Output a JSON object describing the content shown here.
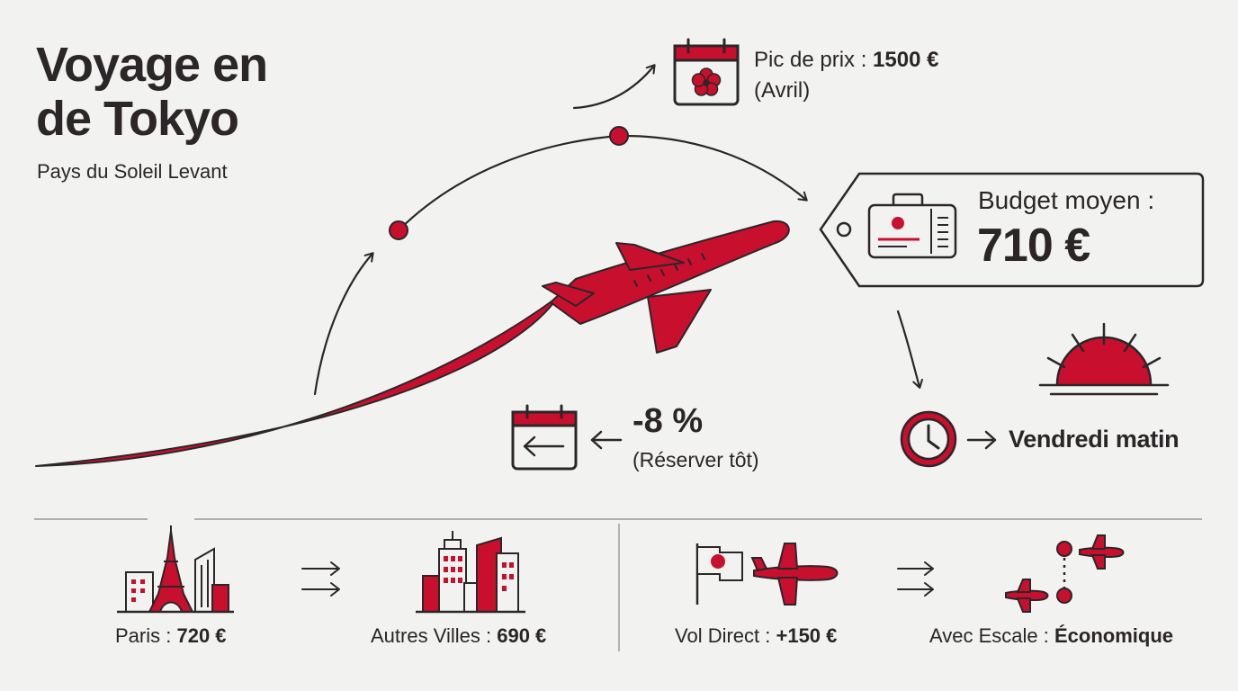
{
  "header": {
    "title_line1": "Voyage en",
    "title_line2": "de Tokyo",
    "subtitle": "Pays du Soleil Levant"
  },
  "price_peak": {
    "label": "Pic de prix : ",
    "value": "1500 €",
    "note": "(Avril)"
  },
  "budget": {
    "label": "Budget moyen :",
    "value": "710 €"
  },
  "early_booking": {
    "value": "-8 %",
    "note": "(Réserver tôt)"
  },
  "best_day": {
    "label": "Vendredi matin"
  },
  "comparisons": [
    {
      "label": "Paris : ",
      "value": "720 €"
    },
    {
      "label": "Autres Villes : ",
      "value": "690 €"
    },
    {
      "label": "Vol Direct : ",
      "value": "+150 €"
    },
    {
      "label": "Avec Escale : ",
      "value": "Économique"
    }
  ],
  "colors": {
    "accent": "#c8102e",
    "ink": "#2b2627",
    "background": "#f2f2f1"
  },
  "icons": [
    "calendar-sakura-icon",
    "ticket-tag-icon",
    "calendar-back-icon",
    "clock-icon",
    "rising-sun-icon",
    "eiffel-city-icon",
    "city-buildings-icon",
    "flag-plane-icon",
    "stopover-route-icon",
    "airplane-icon"
  ]
}
